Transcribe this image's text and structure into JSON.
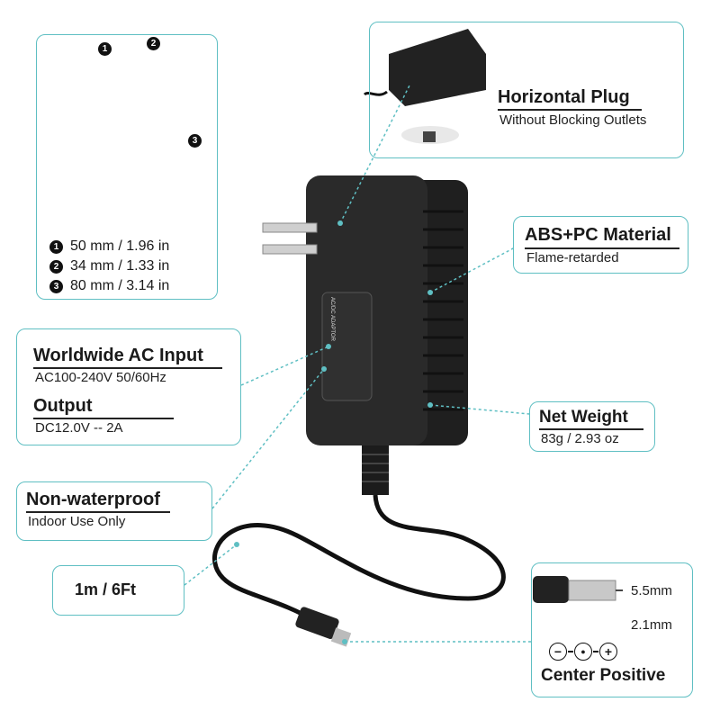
{
  "dimensions": {
    "markers": [
      "1",
      "2",
      "3"
    ],
    "lines": [
      "50 mm / 1.96 in",
      "34 mm / 1.33 in",
      "80 mm / 3.14 in"
    ]
  },
  "horizontal_plug": {
    "title": "Horizontal Plug",
    "subtitle": "Without Blocking Outlets"
  },
  "material": {
    "title": "ABS+PC Material",
    "subtitle": "Flame-retarded"
  },
  "input": {
    "title": "Worldwide AC Input",
    "subtitle": "AC100-240V 50/60Hz"
  },
  "output": {
    "title": "Output",
    "subtitle": "DC12.0V -- 2A"
  },
  "weight": {
    "title": "Net Weight",
    "subtitle": "83g / 2.93 oz"
  },
  "waterproof": {
    "title": "Non-waterproof",
    "subtitle": "Indoor Use Only"
  },
  "cable": {
    "length": "1m / 6Ft"
  },
  "connector": {
    "outer": "5.5mm",
    "inner": "2.1mm",
    "label": "Center Positive",
    "symbols": [
      "−",
      "●",
      "+"
    ]
  },
  "adapter_label": "AC/DC ADAPTOR",
  "colors": {
    "accent": "#5fbfc3",
    "adapter": "#222222"
  }
}
